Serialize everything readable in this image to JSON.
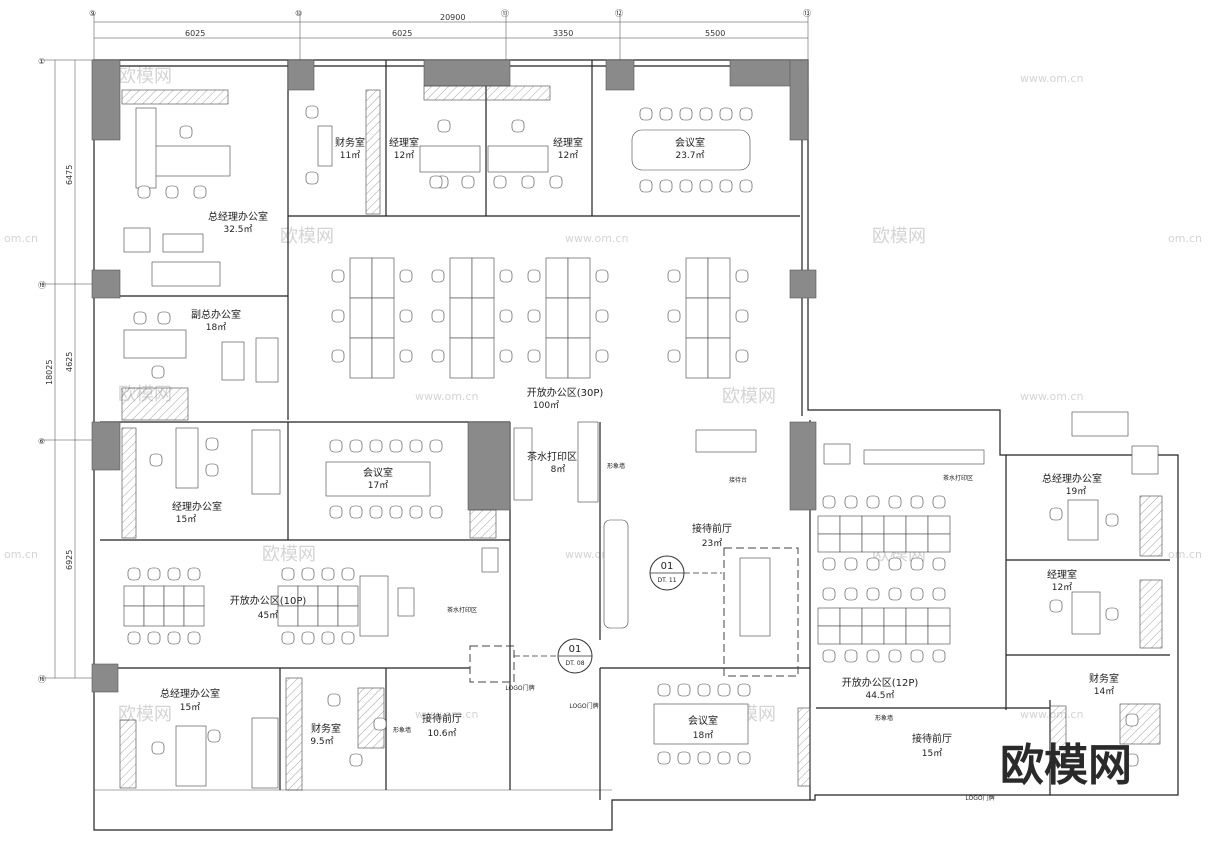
{
  "dimensions": {
    "total_top": "20900",
    "top": [
      "6025",
      "6025",
      "3350",
      "5500"
    ],
    "left_total": "18025",
    "left": [
      "6475",
      "4625",
      "6925"
    ]
  },
  "axis_labels": {
    "top": [
      "⑨",
      "⑩",
      "⑪",
      "⑫",
      "⑬"
    ],
    "left": [
      "①",
      "⑱",
      "⑥",
      "⑯"
    ]
  },
  "rooms": {
    "gm_office": {
      "name": "总经理办公室",
      "area": "32.5㎡"
    },
    "finance_top": {
      "name": "财务室",
      "area": "11㎡"
    },
    "manager_1": {
      "name": "经理室",
      "area": "12㎡"
    },
    "manager_2": {
      "name": "经理室",
      "area": "12㎡"
    },
    "meeting_top": {
      "name": "会议室",
      "area": "23.7㎡"
    },
    "deputy_gm": {
      "name": "副总办公室",
      "area": "18㎡"
    },
    "open_office_main": {
      "name": "开放办公区(30P)",
      "area": "100㎡"
    },
    "manager_mid": {
      "name": "经理办公室",
      "area": "15㎡"
    },
    "meeting_mid": {
      "name": "会议室",
      "area": "17㎡"
    },
    "tea_print": {
      "name": "茶水打印区",
      "area": "8㎡"
    },
    "reception_main": {
      "name": "接待前厅",
      "area": "23㎡"
    },
    "gm_office_right": {
      "name": "总经理办公室",
      "area": "19㎡"
    },
    "manager_right": {
      "name": "经理室",
      "area": "12㎡"
    },
    "finance_right": {
      "name": "财务室",
      "area": "14㎡"
    },
    "open_office_10p": {
      "name": "开放办公区(10P)",
      "area": "45㎡"
    },
    "open_office_12p": {
      "name": "开放办公区(12P)",
      "area": "44.5㎡"
    },
    "gm_office_bl": {
      "name": "总经理办公室",
      "area": "15㎡"
    },
    "finance_bottom": {
      "name": "财务室",
      "area": "9.5㎡"
    },
    "reception_bl": {
      "name": "接待前厅",
      "area": "10.6㎡"
    },
    "meeting_bottom": {
      "name": "会议室",
      "area": "18㎡"
    },
    "reception_br": {
      "name": "接待前厅",
      "area": "15㎡"
    }
  },
  "small_labels": {
    "tea_print_small_1": "茶水打印区",
    "tea_print_small_2": "茶水打印区",
    "window_tag": "形象墙",
    "window_tag_2": "形象墙",
    "window_tag_3": "形象墙",
    "lobby_tag": "接待台",
    "door_1": "LOGO门牌",
    "door_2": "LOGO门牌",
    "door_3": "LOGO门牌"
  },
  "callouts": [
    {
      "num": "01",
      "ref": "DT. 11"
    },
    {
      "num": "01",
      "ref": "DT. 08"
    }
  ],
  "watermarks": {
    "brand": "欧模网",
    "url": "www.om.cn",
    "url_short": "om.cn"
  },
  "logo": "欧模网"
}
